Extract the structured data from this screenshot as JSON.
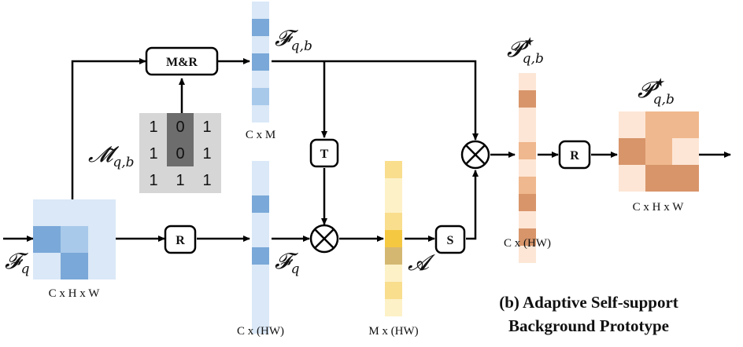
{
  "colors": {
    "blue_light": "#dae8f7",
    "blue_mid": "#a8c9ea",
    "blue_dark": "#7aa8d8",
    "orange_light": "#fde6d6",
    "orange_mid": "#f0b88e",
    "orange_dark": "#d8956a",
    "yellow_light": "#fdf1c7",
    "yellow_mid": "#f9de8e",
    "yellow_strong": "#f5c842",
    "yellow_olive": "#d4b872",
    "mask_bg": "#d6d6d6",
    "mask_zero": "#6d6d6d"
  },
  "labels": {
    "F_q_input": "𝓕",
    "F_q_input_sub": "q",
    "F_qb_top": "𝓕",
    "F_qb_top_sub": "q,b",
    "F_q_mid": "𝓕",
    "F_q_mid_sub": "q",
    "M_qb": "𝓜̃",
    "M_qb_sub": "q,b",
    "A": "𝓐",
    "P_qb_col": "𝓟",
    "P_qb_col_sup": "★",
    "P_qb_col_sub": "q,b",
    "P_qb_grid": "𝓟",
    "P_qb_grid_sup": "★",
    "P_qb_grid_sub": "q,b",
    "dim_input": "C x H x W",
    "dim_fqb": "C x M",
    "dim_fq": "C x (HW)",
    "dim_A": "M x (HW)",
    "dim_pcol": "C x (HW)",
    "dim_pgrid": "C x H x W"
  },
  "ops": {
    "mr": "M&R",
    "r1": "R",
    "t": "T",
    "s": "S",
    "r2": "R"
  },
  "mask": [
    [
      "1",
      "0",
      "1"
    ],
    [
      "1",
      "0",
      "1"
    ],
    [
      "1",
      "1",
      "1"
    ]
  ],
  "title": [
    "(b) Adaptive Self-support",
    "Background Prototype"
  ],
  "grids": {
    "input": [
      [
        "light",
        "light",
        "light"
      ],
      [
        "dark",
        "mid",
        "light"
      ],
      [
        "light",
        "dark",
        "light"
      ]
    ],
    "fqb_column": [
      "light",
      "dark",
      "light",
      "dark",
      "light",
      "mid",
      "light"
    ],
    "fq_column": [
      "light",
      "light",
      "dark",
      "light",
      "light",
      "dark",
      "light",
      "light",
      "light",
      "light"
    ],
    "a_column": [
      "yellow_mid",
      "yellow_light",
      "yellow_light",
      "yellow_mid",
      "yellow_strong",
      "yellow_olive",
      "yellow_light",
      "yellow_mid",
      "yellow_light"
    ],
    "p_column": [
      "light",
      "dark",
      "light",
      "light",
      "mid",
      "light",
      "mid",
      "dark",
      "light",
      "dark",
      "light"
    ],
    "p_grid": [
      [
        "light",
        "mid",
        "mid"
      ],
      [
        "dark",
        "mid",
        "light"
      ],
      [
        "light",
        "dark",
        "dark"
      ]
    ]
  }
}
